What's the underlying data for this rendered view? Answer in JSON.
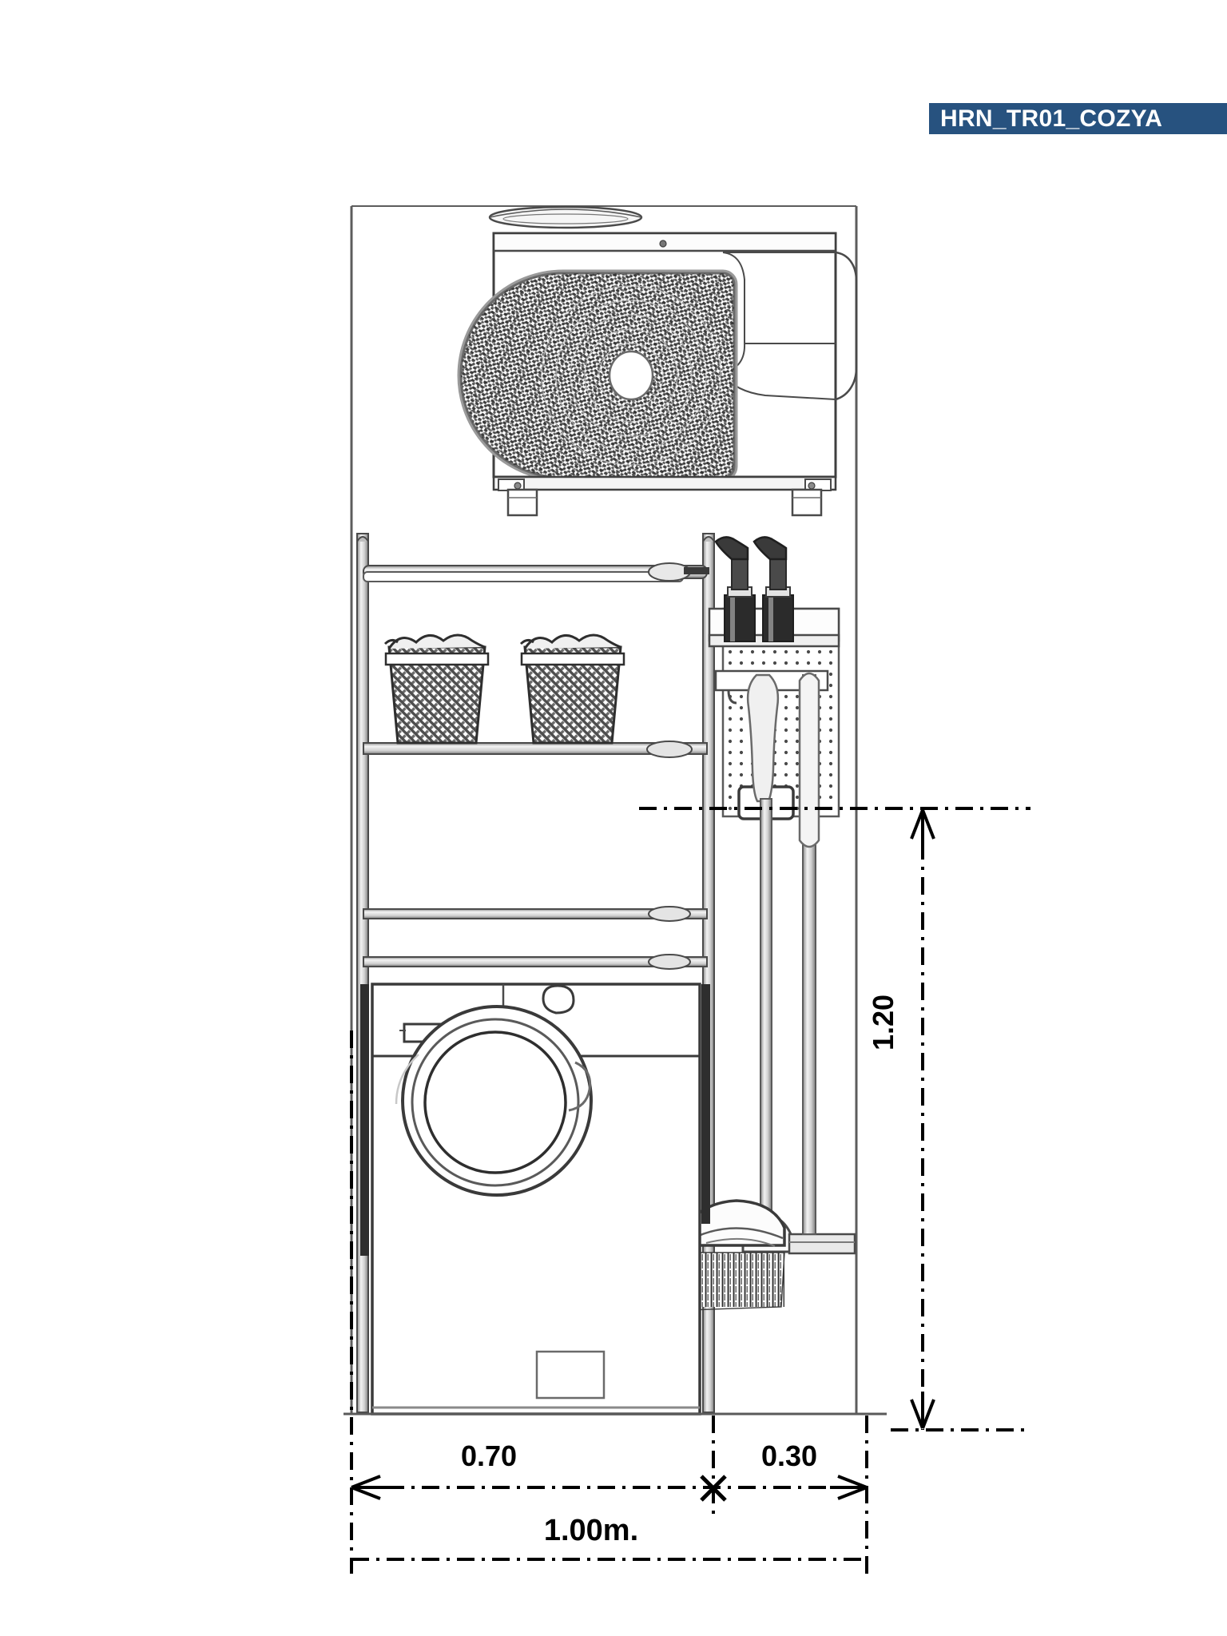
{
  "sheet": {
    "background_color": "#ffffff",
    "line_color": "#3a3a3a",
    "accent_color": "#27527f"
  },
  "title_banner": {
    "label": "HRN_TR01_COZYA",
    "background_color": "#27527f",
    "text_color": "#ffffff"
  },
  "drawing": {
    "type": "elevation",
    "subject": "laundry-utility-closet-elevation",
    "units_note": "1.00m.",
    "objects": [
      {
        "name": "outdoor-ac-condenser-unit",
        "label": ""
      },
      {
        "name": "hanging-clothes-rail",
        "label": ""
      },
      {
        "name": "wicker-basket-left",
        "label": ""
      },
      {
        "name": "wicker-basket-right",
        "label": ""
      },
      {
        "name": "storage-shelf-upper",
        "label": ""
      },
      {
        "name": "storage-shelf-middle",
        "label": ""
      },
      {
        "name": "storage-shelf-lower",
        "label": ""
      },
      {
        "name": "pegboard-panel",
        "label": ""
      },
      {
        "name": "spray-bottle-left",
        "label": ""
      },
      {
        "name": "spray-bottle-right",
        "label": ""
      },
      {
        "name": "mop",
        "label": ""
      },
      {
        "name": "broom",
        "label": ""
      },
      {
        "name": "front-load-washing-machine",
        "label": ""
      }
    ]
  },
  "dimensions": {
    "horizontal": [
      {
        "name": "washer-bay-width",
        "value": "0.70"
      },
      {
        "name": "cleaning-bay-width",
        "value": "0.30"
      },
      {
        "name": "total-width",
        "value": "1.00m."
      }
    ],
    "vertical": [
      {
        "name": "working-height",
        "value": "1.20"
      }
    ]
  }
}
